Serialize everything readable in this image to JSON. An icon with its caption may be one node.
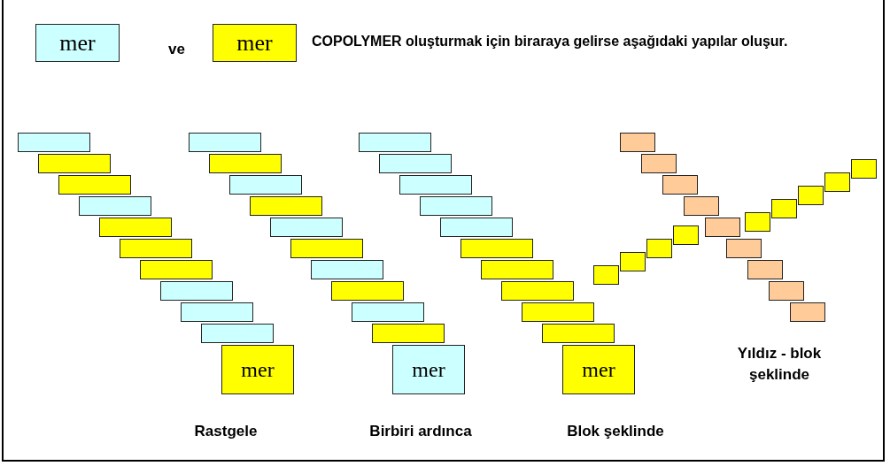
{
  "diagram": {
    "nodes": [
      {
        "text": [
          "mer"
        ]
      },
      {
        "text": [
          "mer"
        ]
      },
      {
        "text": [],
        "shape": "box"
      },
      {
        "text": [],
        "shape": "box"
      },
      {
        "text": [],
        "shape": "box"
      },
      {
        "text": [],
        "shape": "box"
      },
      {
        "text": [],
        "shape": "box"
      },
      {
        "text": [],
        "shape": "box"
      },
      {
        "text": [],
        "shape": "box"
      },
      {
        "text": [],
        "shape": "box"
      },
      {
        "text": [],
        "shape": "box"
      },
      {
        "text": [],
        "shape": "box"
      },
      {
        "text": [
          "mer"
        ]
      },
      {
        "text": [],
        "shape": "box"
      },
      {
        "text": [],
        "shape": "box"
      },
      {
        "text": [],
        "shape": "box"
      },
      {
        "text": [],
        "shape": "box"
      },
      {
        "text": [],
        "shape": "box"
      },
      {
        "text": [],
        "shape": "box"
      },
      {
        "text": [],
        "shape": "box"
      },
      {
        "text": [],
        "shape": "box"
      },
      {
        "text": [],
        "shape": "box"
      },
      {
        "text": [],
        "shape": "box"
      },
      {
        "text": [
          "mer"
        ]
      },
      {
        "text": [],
        "shape": "box"
      },
      {
        "text": [],
        "shape": "box"
      },
      {
        "text": [],
        "shape": "box"
      },
      {
        "text": [],
        "shape": "box"
      },
      {
        "text": [],
        "shape": "box"
      },
      {
        "text": [],
        "shape": "box"
      },
      {
        "text": [],
        "shape": "box"
      },
      {
        "text": [],
        "shape": "box"
      },
      {
        "text": [],
        "shape": "box"
      },
      {
        "text": [],
        "shape": "box"
      },
      {
        "text": [
          "mer"
        ]
      },
      {
        "text": [],
        "shape": "box"
      },
      {
        "text": [],
        "shape": "box"
      },
      {
        "text": [],
        "shape": "box"
      },
      {
        "text": [],
        "shape": "box"
      },
      {
        "text": [],
        "shape": "box"
      },
      {
        "text": [],
        "shape": "box"
      },
      {
        "text": [],
        "shape": "box"
      },
      {
        "text": [],
        "shape": "box"
      },
      {
        "text": [],
        "shape": "box"
      },
      {
        "text": [],
        "shape": "box"
      },
      {
        "text": [],
        "shape": "box"
      },
      {
        "text": [],
        "shape": "box"
      },
      {
        "text": [],
        "shape": "box"
      },
      {
        "text": [],
        "shape": "box"
      },
      {
        "text": [],
        "shape": "box"
      },
      {
        "text": [],
        "shape": "box"
      },
      {
        "text": [],
        "shape": "box"
      },
      {
        "text": [],
        "shape": "box"
      }
    ],
    "labels": [
      "ve",
      "COPOLYMER oluşturmak için biraraya gelirse aşağıdaki yapılar oluşur.",
      "Rastgele",
      "Birbiri ardınca",
      "Blok şeklinde",
      "Yıldız - blok şeklinde"
    ]
  }
}
